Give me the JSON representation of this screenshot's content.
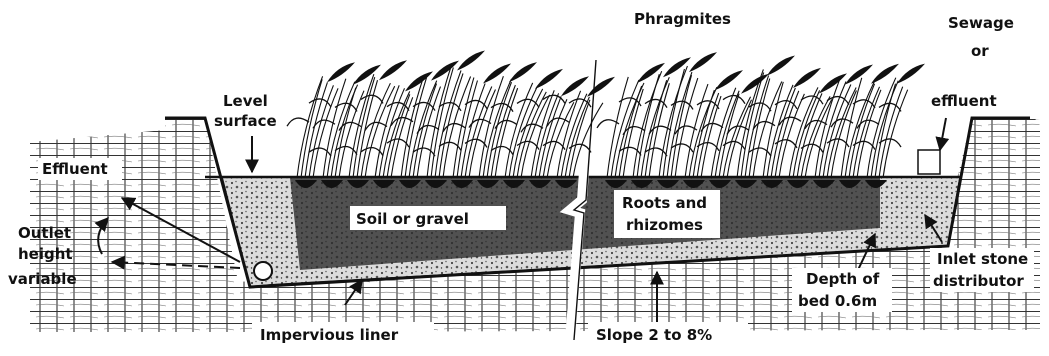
{
  "labels": {
    "phragmites": "Phragmites",
    "level_surface_1": "Level",
    "level_surface_2": "surface",
    "sewage_1": "Sewage",
    "sewage_2": "or",
    "sewage_3": "effluent",
    "effluent": "Effluent",
    "outlet_1": "Outlet",
    "outlet_2": "height",
    "outlet_3": "variable",
    "soil": "Soil or gravel",
    "roots_1": "Roots and",
    "roots_2": "rhizomes",
    "inlet_1": "Inlet stone",
    "inlet_2": "distributor",
    "depth_1": "Depth of",
    "depth_2": "bed 0.6m",
    "liner": "Impervious liner",
    "slope": "Slope 2 to 8%"
  },
  "colors": {
    "ink": "#111111",
    "paper": "#ffffff",
    "gravel": "#c8c8c8"
  }
}
